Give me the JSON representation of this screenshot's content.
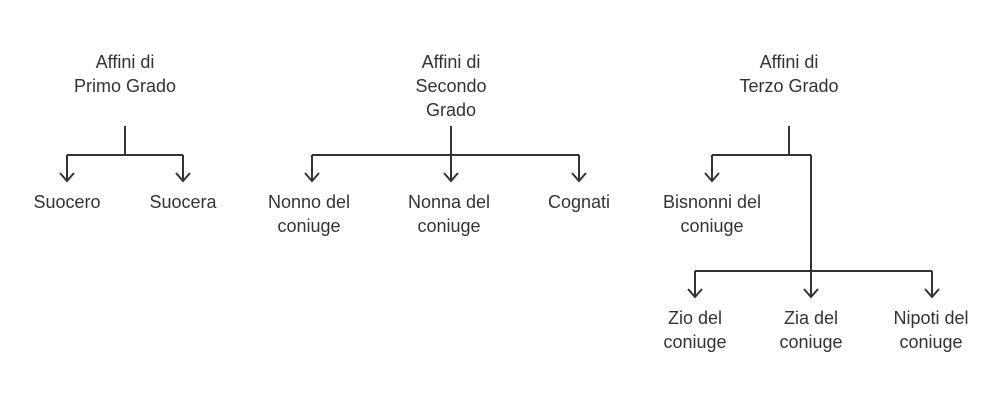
{
  "diagram": {
    "groups": [
      {
        "title": [
          "Affini di",
          "Primo Grado"
        ],
        "children": [
          {
            "label": [
              "Suocero"
            ]
          },
          {
            "label": [
              "Suocera"
            ]
          }
        ]
      },
      {
        "title": [
          "Affini di",
          "Secondo",
          "Grado"
        ],
        "children": [
          {
            "label": [
              "Nonno del",
              "coniuge"
            ]
          },
          {
            "label": [
              "Nonna del",
              "coniuge"
            ]
          },
          {
            "label": [
              "Cognati"
            ]
          }
        ]
      },
      {
        "title": [
          "Affini di",
          "Terzo Grado"
        ],
        "children": [
          {
            "label": [
              "Bisnonni del",
              "coniuge"
            ]
          },
          {
            "label": [
              "Zio del",
              "coniuge"
            ]
          },
          {
            "label": [
              "Zia del",
              "coniuge"
            ]
          },
          {
            "label": [
              "Nipoti del",
              "coniuge"
            ]
          }
        ]
      }
    ],
    "colors": {
      "line": "#333333",
      "text": "#333333",
      "background": "#ffffff"
    }
  }
}
